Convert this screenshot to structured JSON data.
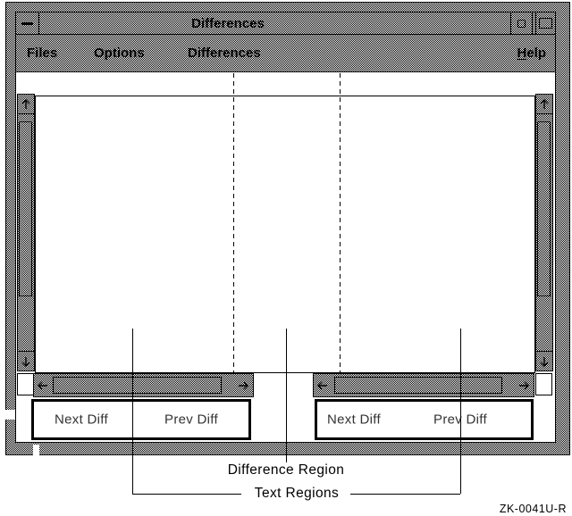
{
  "window": {
    "title": "Differences"
  },
  "menubar": {
    "files": "Files",
    "options": "Options",
    "differences": "Differences",
    "help_initial": "H",
    "help_rest": "elp"
  },
  "panels": [
    {
      "next_label": "Next Diff",
      "prev_label": "Prev Diff"
    },
    {
      "next_label": "Next Diff",
      "prev_label": "Prev Diff"
    }
  ],
  "annotations": {
    "difference_region": "Difference Region",
    "text_regions": "Text Regions",
    "figure_id": "ZK-0041U-R"
  },
  "icons": {
    "window-menu-icon": "—",
    "minimize-icon": "▫",
    "maximize-icon": "□",
    "scroll-up-icon": "↑",
    "scroll-down-icon": "↓",
    "scroll-left-icon": "←",
    "scroll-right-icon": "→"
  },
  "colors": {
    "ink": "#000000",
    "paper": "#ffffff"
  }
}
